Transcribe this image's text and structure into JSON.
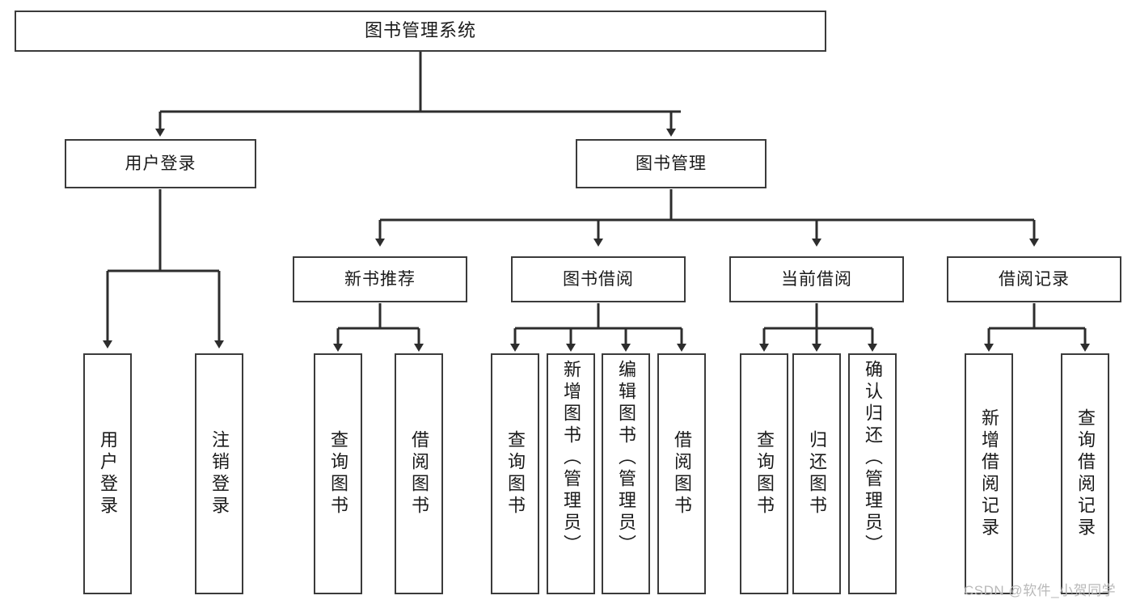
{
  "diagram": {
    "title": "图书管理系统",
    "type": "tree-hierarchy-chart",
    "colors": {
      "box_border": "#3b3b3b",
      "box_fill": "#ffffff",
      "connector": "#2d2d2d",
      "text": "#1a1a1a",
      "watermark": "#b9b9b9",
      "background": "#ffffff"
    },
    "nodes": {
      "root": {
        "label": "图书管理系统",
        "orientation": "horizontal"
      },
      "level2": [
        {
          "id": "user-login",
          "label": "用户登录",
          "orientation": "horizontal"
        },
        {
          "id": "book-manage",
          "label": "图书管理",
          "orientation": "horizontal"
        }
      ],
      "level3": [
        {
          "id": "new-book-recommend",
          "label": "新书推荐",
          "orientation": "horizontal"
        },
        {
          "id": "book-borrow",
          "label": "图书借阅",
          "orientation": "horizontal"
        },
        {
          "id": "current-borrow",
          "label": "当前借阅",
          "orientation": "horizontal"
        },
        {
          "id": "borrow-record",
          "label": "借阅记录",
          "orientation": "horizontal"
        }
      ],
      "leaves": [
        {
          "id": "leaf-user-login",
          "parent": "user-login",
          "label": "用户登录",
          "orientation": "vertical"
        },
        {
          "id": "leaf-logout-login",
          "parent": "user-login",
          "label": "注销登录",
          "orientation": "vertical"
        },
        {
          "id": "leaf-query-book-1",
          "parent": "new-book-recommend",
          "label": "查询图书",
          "orientation": "vertical"
        },
        {
          "id": "leaf-borrow-book-1",
          "parent": "new-book-recommend",
          "label": "借阅图书",
          "orientation": "vertical"
        },
        {
          "id": "leaf-query-book-2",
          "parent": "book-borrow",
          "label": "查询图书",
          "orientation": "vertical"
        },
        {
          "id": "leaf-add-book",
          "parent": "book-borrow",
          "label": "新增图书（管理员）",
          "orientation": "vertical"
        },
        {
          "id": "leaf-edit-book",
          "parent": "book-borrow",
          "label": "编辑图书（管理员）",
          "orientation": "vertical"
        },
        {
          "id": "leaf-borrow-book-2",
          "parent": "book-borrow",
          "label": "借阅图书",
          "orientation": "vertical"
        },
        {
          "id": "leaf-query-book-3",
          "parent": "current-borrow",
          "label": "查询图书",
          "orientation": "vertical"
        },
        {
          "id": "leaf-return-book",
          "parent": "current-borrow",
          "label": "归还图书",
          "orientation": "vertical"
        },
        {
          "id": "leaf-confirm-return",
          "parent": "current-borrow",
          "label": "确认归还（管理员）",
          "orientation": "vertical"
        },
        {
          "id": "leaf-add-record",
          "parent": "borrow-record",
          "label": "新增借阅记录",
          "orientation": "vertical"
        },
        {
          "id": "leaf-query-record",
          "parent": "borrow-record",
          "label": "查询借阅记录",
          "orientation": "vertical"
        }
      ]
    },
    "watermark": "CSDN @软件_小贺同学"
  }
}
